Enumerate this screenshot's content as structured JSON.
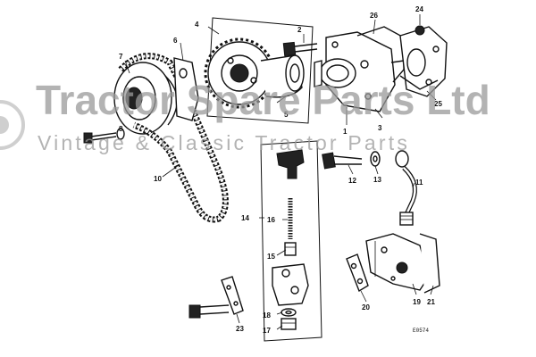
{
  "watermark": {
    "title": "Tractor Spare Parts Ltd",
    "subtitle": "Vintage & Classic Tractor Parts"
  },
  "drawing_code": "E0574",
  "callouts": {
    "c1": "1",
    "c2": "2",
    "c3": "3",
    "c4": "4",
    "c5": "5",
    "c6": "6",
    "c7": "7",
    "c8": "8",
    "c10": "10",
    "c11": "11",
    "c12": "12",
    "c13": "13",
    "c14": "14",
    "c15": "15",
    "c16": "16",
    "c17": "17",
    "c18": "18",
    "c19": "19",
    "c20": "20",
    "c21": "21",
    "c23": "23",
    "c24": "24",
    "c25": "25",
    "c26": "26"
  }
}
